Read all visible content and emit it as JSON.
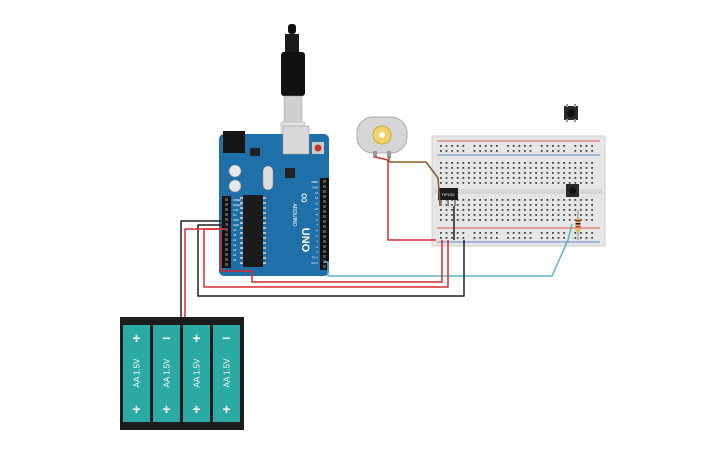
{
  "arduino": {
    "logo": "∞",
    "brand": "ARDUINO",
    "model": "UNO",
    "pin_labels_left": [
      "IOREF",
      "RESET",
      "3.3V",
      "5V",
      "GND",
      "GND",
      "Vin"
    ],
    "analog_labels": [
      "A0",
      "A1",
      "A2",
      "A3",
      "A4",
      "A5"
    ],
    "digital_labels": [
      "AREF",
      "GND",
      "13",
      "12",
      "~11",
      "~10",
      "~9",
      "8",
      "7",
      "~6",
      "~5",
      "4",
      "~3",
      "2",
      "TX>1",
      "RX<0"
    ],
    "section_power": "POWER",
    "section_analog": "ANALOG IN",
    "section_digital": "DIGITAL (PWM~)"
  },
  "transistor": {
    "label": "TIP120"
  },
  "battery": {
    "cells": [
      {
        "label": "AA 1.5V",
        "top_sign": "+",
        "bottom_sign": "+"
      },
      {
        "label": "AA 1.5V",
        "top_sign": "−",
        "bottom_sign": "+"
      },
      {
        "label": "AA 1.5V",
        "top_sign": "+",
        "bottom_sign": "+"
      },
      {
        "label": "AA 1.5V",
        "top_sign": "−",
        "bottom_sign": "+"
      }
    ]
  },
  "colors": {
    "arduino_blue": "#1f6fa8",
    "battery_teal": "#2ba9a3",
    "wire_red": "#d9282c",
    "wire_black": "#222222",
    "wire_blue": "#5ab4c9",
    "wire_brown": "#8b5a2b",
    "breadboard": "#e6e6e6"
  }
}
